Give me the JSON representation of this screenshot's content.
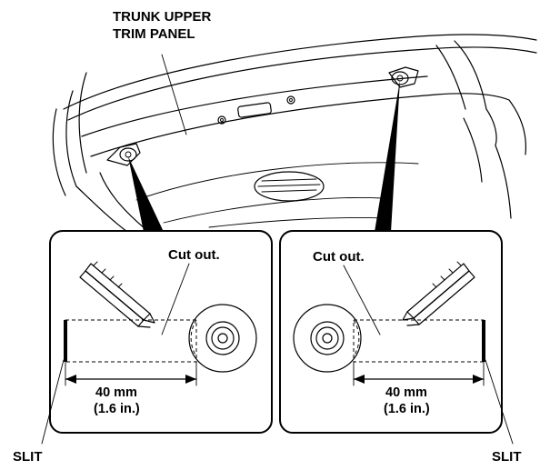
{
  "labels": {
    "panel_line1": "TRUNK UPPER",
    "panel_line2": "TRIM PANEL",
    "left_cut": "Cut out.",
    "right_cut": "Cut out.",
    "left_dim": "40 mm",
    "left_dim_imperial": "(1.6 in.)",
    "right_dim": "40 mm",
    "right_dim_imperial": "(1.6 in.)",
    "left_slit": "SLIT",
    "right_slit": "SLIT"
  },
  "colors": {
    "cutout_fill": "#c8c8c8",
    "line": "#000000",
    "background": "#ffffff"
  }
}
